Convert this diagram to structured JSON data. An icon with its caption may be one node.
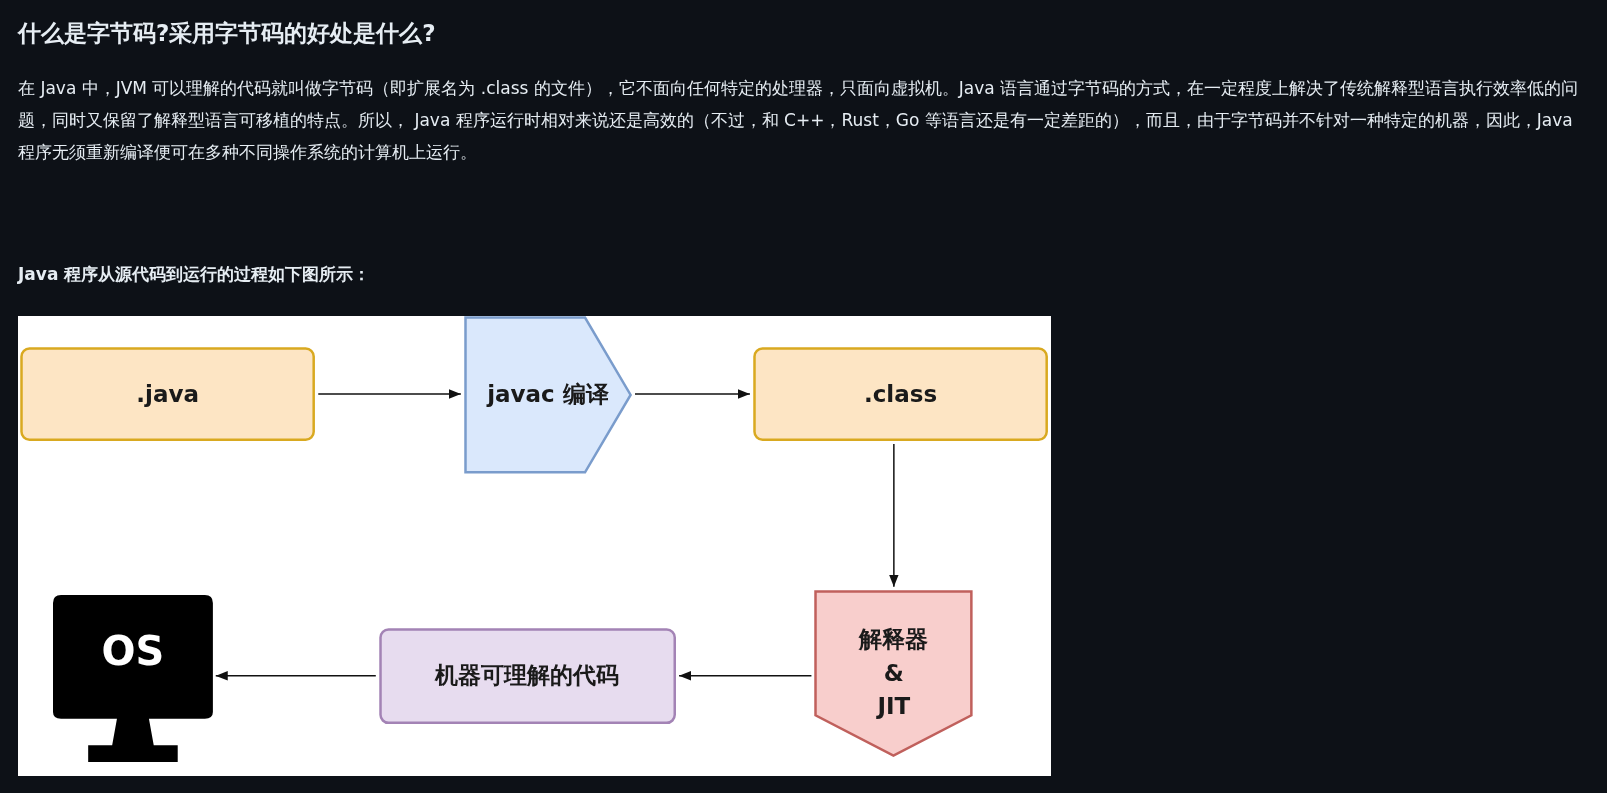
{
  "diagram": {
    "title": "什么是字节码?采用字节码的好处是什么?",
    "nodes": [
      {
        "text": [
          ".java"
        ]
      },
      {
        "text": [
          "javac 编译"
        ]
      },
      {
        "text": [
          ".class"
        ]
      },
      {
        "text": [
          "解释器 & JIT"
        ]
      },
      {
        "text": [
          "机器可理解的代码"
        ]
      },
      {
        "text": [
          "OS"
        ]
      }
    ],
    "edges": [
      {
        "from": 0,
        "to": 1,
        "arrow": "to"
      },
      {
        "from": 1,
        "to": 2,
        "arrow": "to"
      },
      {
        "from": 2,
        "to": 3,
        "arrow": "to"
      },
      {
        "from": 3,
        "to": 4,
        "arrow": "to"
      },
      {
        "from": 4,
        "to": 5,
        "arrow": "to"
      }
    ],
    "labels": [
      "在 Java 中，JVM 可以理解的代码就叫做字节码（即扩展名为 .class 的文件），它不面向任何特定的处理器，只面向虚拟机。Java 语言通过字节码的方式，在一定程度上解决了传统解释型语言执行效率低的问题，同时又保留了解释型语言可移植的特点。所以， Java 程序运行时相对来说还是高效的（不过，和 C++，Rust，Go 等语言还是有一定差距的），而且，由于字节码并不针对一种特定的机器，因此，Java 程序无须重新编译便可在多种不同操作系统的计算机上运行。",
      "Java 程序从源代码到运行的过程如下图所示："
    ]
  }
}
